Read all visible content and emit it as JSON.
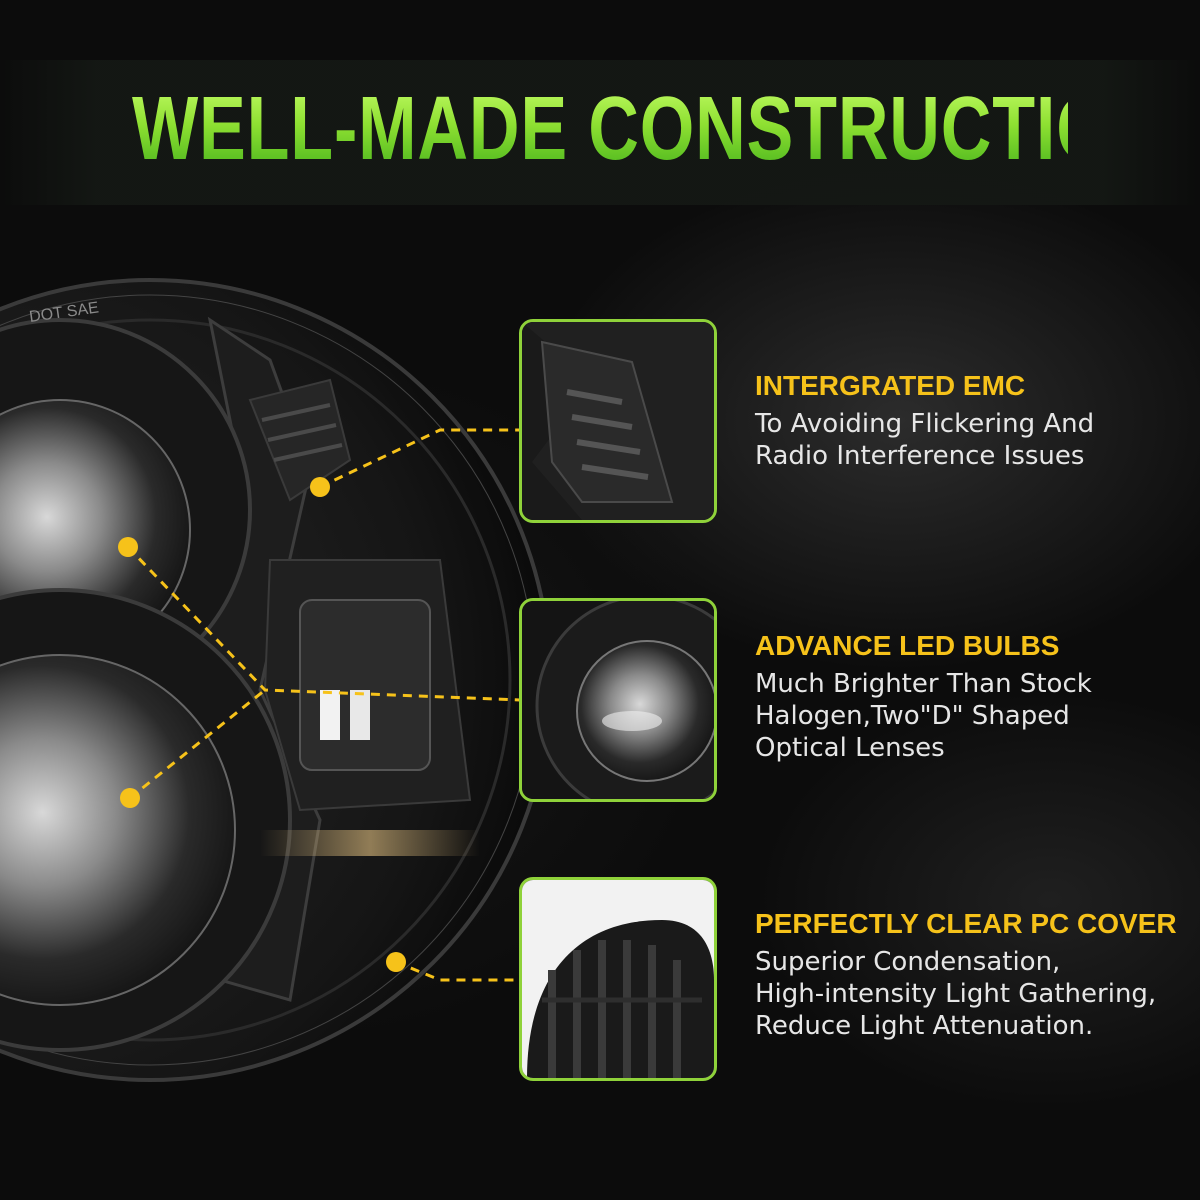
{
  "title": "WELL-MADE CONSTRUCTION",
  "lens_stamp": "DOT SAE",
  "colors": {
    "title_green": "#8ee032",
    "heading_yellow": "#f6c21a",
    "frame_green": "#8fd23a",
    "leader_yellow": "#f6c21a"
  },
  "features": [
    {
      "heading": "INTERGRATED EMC",
      "description": "To Avoiding Flickering And\nRadio Interference Issues"
    },
    {
      "heading": "ADVANCE LED BULBS",
      "description": "Much Brighter Than Stock\nHalogen,Two\"D\" Shaped\nOptical Lenses"
    },
    {
      "heading": "PERFECTLY CLEAR PC COVER",
      "description": "Superior Condensation,\nHigh-intensity Light Gathering,\nReduce Light Attenuation."
    }
  ]
}
